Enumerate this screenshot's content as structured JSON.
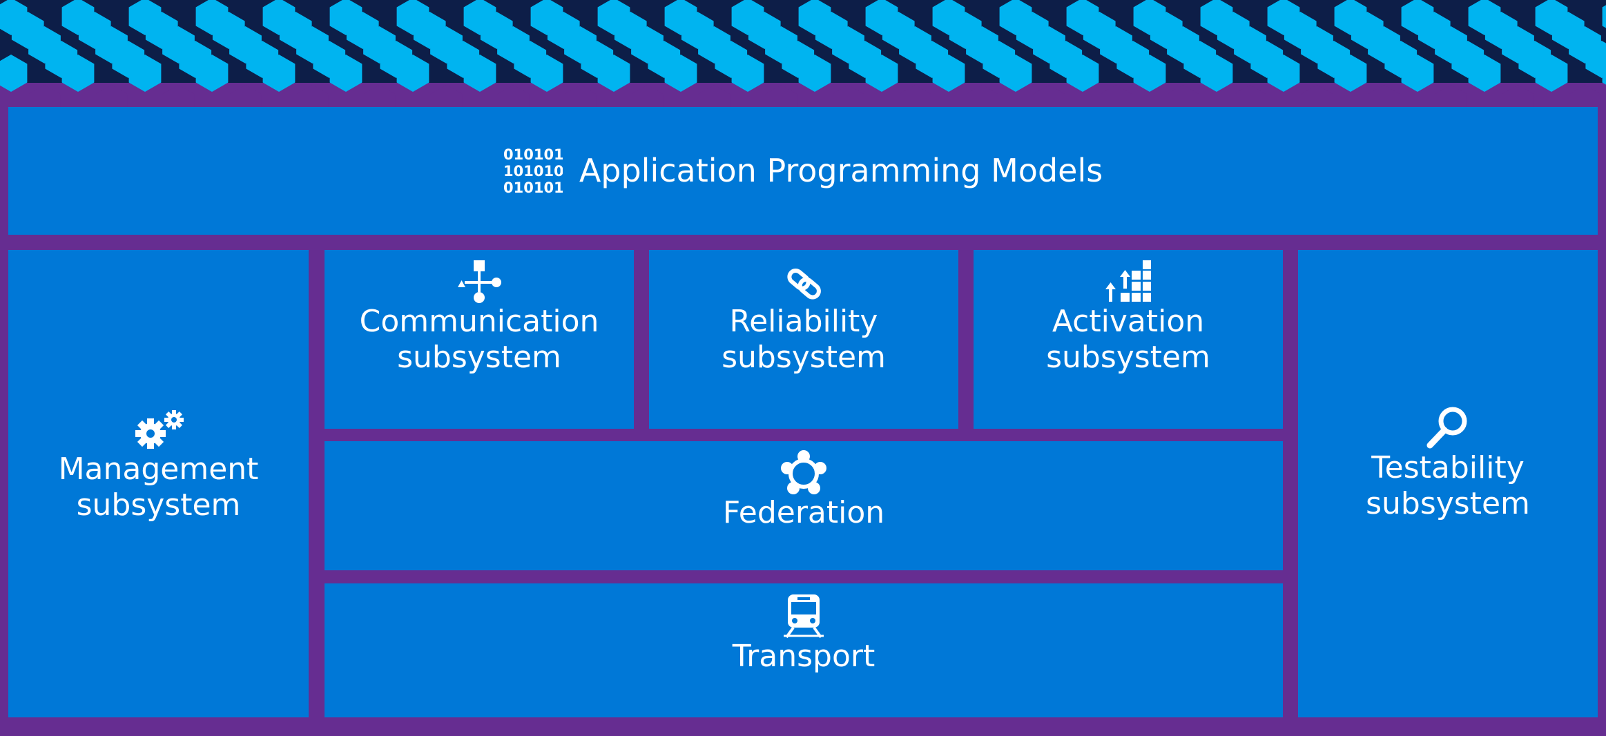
{
  "colors": {
    "background": "#662d91",
    "box": "#0078d7",
    "hex_fill": "#00b4f0",
    "hex_backdrop": "#0d1e48",
    "text": "#ffffff"
  },
  "top_band": {
    "pattern": "hexagon-honeycomb"
  },
  "api": {
    "title": "Application Programming Models",
    "binary_icon_lines": [
      "010101",
      "101010",
      "010101"
    ],
    "icon": "binary-code-icon"
  },
  "management": {
    "line1": "Management",
    "line2": "subsystem",
    "icon": "gears-icon"
  },
  "communication": {
    "line1": "Communication",
    "line2": "subsystem",
    "icon": "communication-shapes-icon"
  },
  "reliability": {
    "line1": "Reliability",
    "line2": "subsystem",
    "icon": "chain-link-icon"
  },
  "activation": {
    "line1": "Activation",
    "line2": "subsystem",
    "icon": "stacked-blocks-icon"
  },
  "federation": {
    "label": "Federation",
    "icon": "federation-ring-icon"
  },
  "transport": {
    "label": "Transport",
    "icon": "train-icon"
  },
  "testability": {
    "line1": "Testability",
    "line2": "subsystem",
    "icon": "magnifier-icon"
  }
}
